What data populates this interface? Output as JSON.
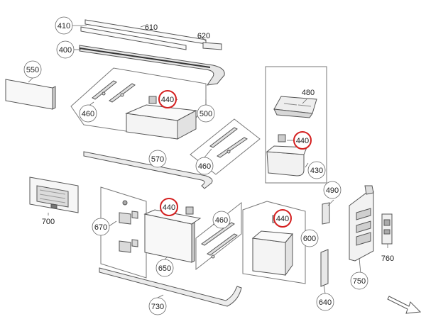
{
  "diagram": {
    "callouts": {
      "c410": "410",
      "c610": "610",
      "c620": "620",
      "c400": "400",
      "c550": "550",
      "c460a": "460",
      "c440a": "440",
      "c500": "500",
      "c480": "480",
      "c440b": "440",
      "c460b": "460",
      "c570": "570",
      "c430": "430",
      "c490": "490",
      "c700": "700",
      "c440c": "440",
      "c670": "670",
      "c460c": "460",
      "c440d": "440",
      "c600": "600",
      "c650": "650",
      "c750": "750",
      "c760": "760",
      "c640": "640",
      "c730": "730"
    },
    "colors": {
      "line": "#555555",
      "highlight": "#d42020",
      "panel_fill": "#ffffff",
      "part_fill": "#f4f4f4",
      "dark_part": "#bdbdbd"
    },
    "icons": {
      "direction_arrow": "arrow-icon"
    }
  }
}
